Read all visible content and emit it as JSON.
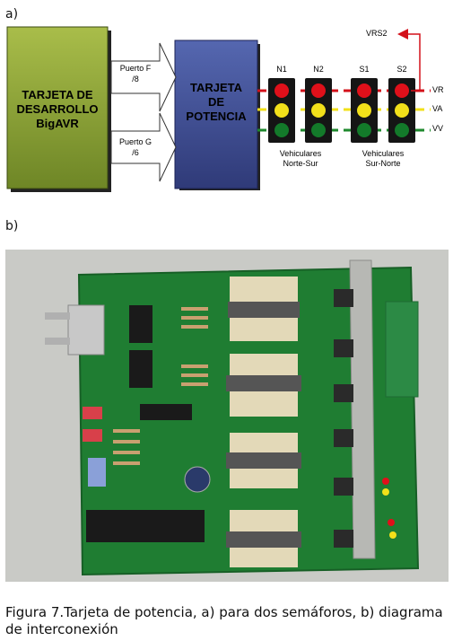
{
  "panel_a_label": "a)",
  "panel_b_label": "b)",
  "block_left": {
    "lines": [
      "TARJETA DE",
      "DESARROLLO",
      "BigAVR"
    ],
    "color": "#8ba23a"
  },
  "block_right": {
    "lines": [
      "TARJETA",
      "DE",
      "POTENCIA"
    ],
    "color": "#3f4d8f"
  },
  "arrows": [
    {
      "line1": "Puerto F",
      "line2": "/8"
    },
    {
      "line1": "Puerto G",
      "line2": "/6"
    }
  ],
  "lights": [
    {
      "label": "N1"
    },
    {
      "label": "N2"
    },
    {
      "label": "S1"
    },
    {
      "label": "S2"
    }
  ],
  "signals": [
    {
      "label": "VR",
      "color": "#e0101a"
    },
    {
      "label": "VA",
      "color": "#f2e01a"
    },
    {
      "label": "VV",
      "color": "#127a2a"
    }
  ],
  "vrs2_label": "VRS2",
  "group_labels": [
    {
      "line1": "Vehiculares",
      "line2": "Norte-Sur"
    },
    {
      "line1": "Vehiculares",
      "line2": "Sur-Norte"
    }
  ],
  "caption": {
    "line1": "Figura 7.Tarjeta de potencia, a) para dos semáforos, b) diagrama",
    "line2": "de interconexión"
  }
}
